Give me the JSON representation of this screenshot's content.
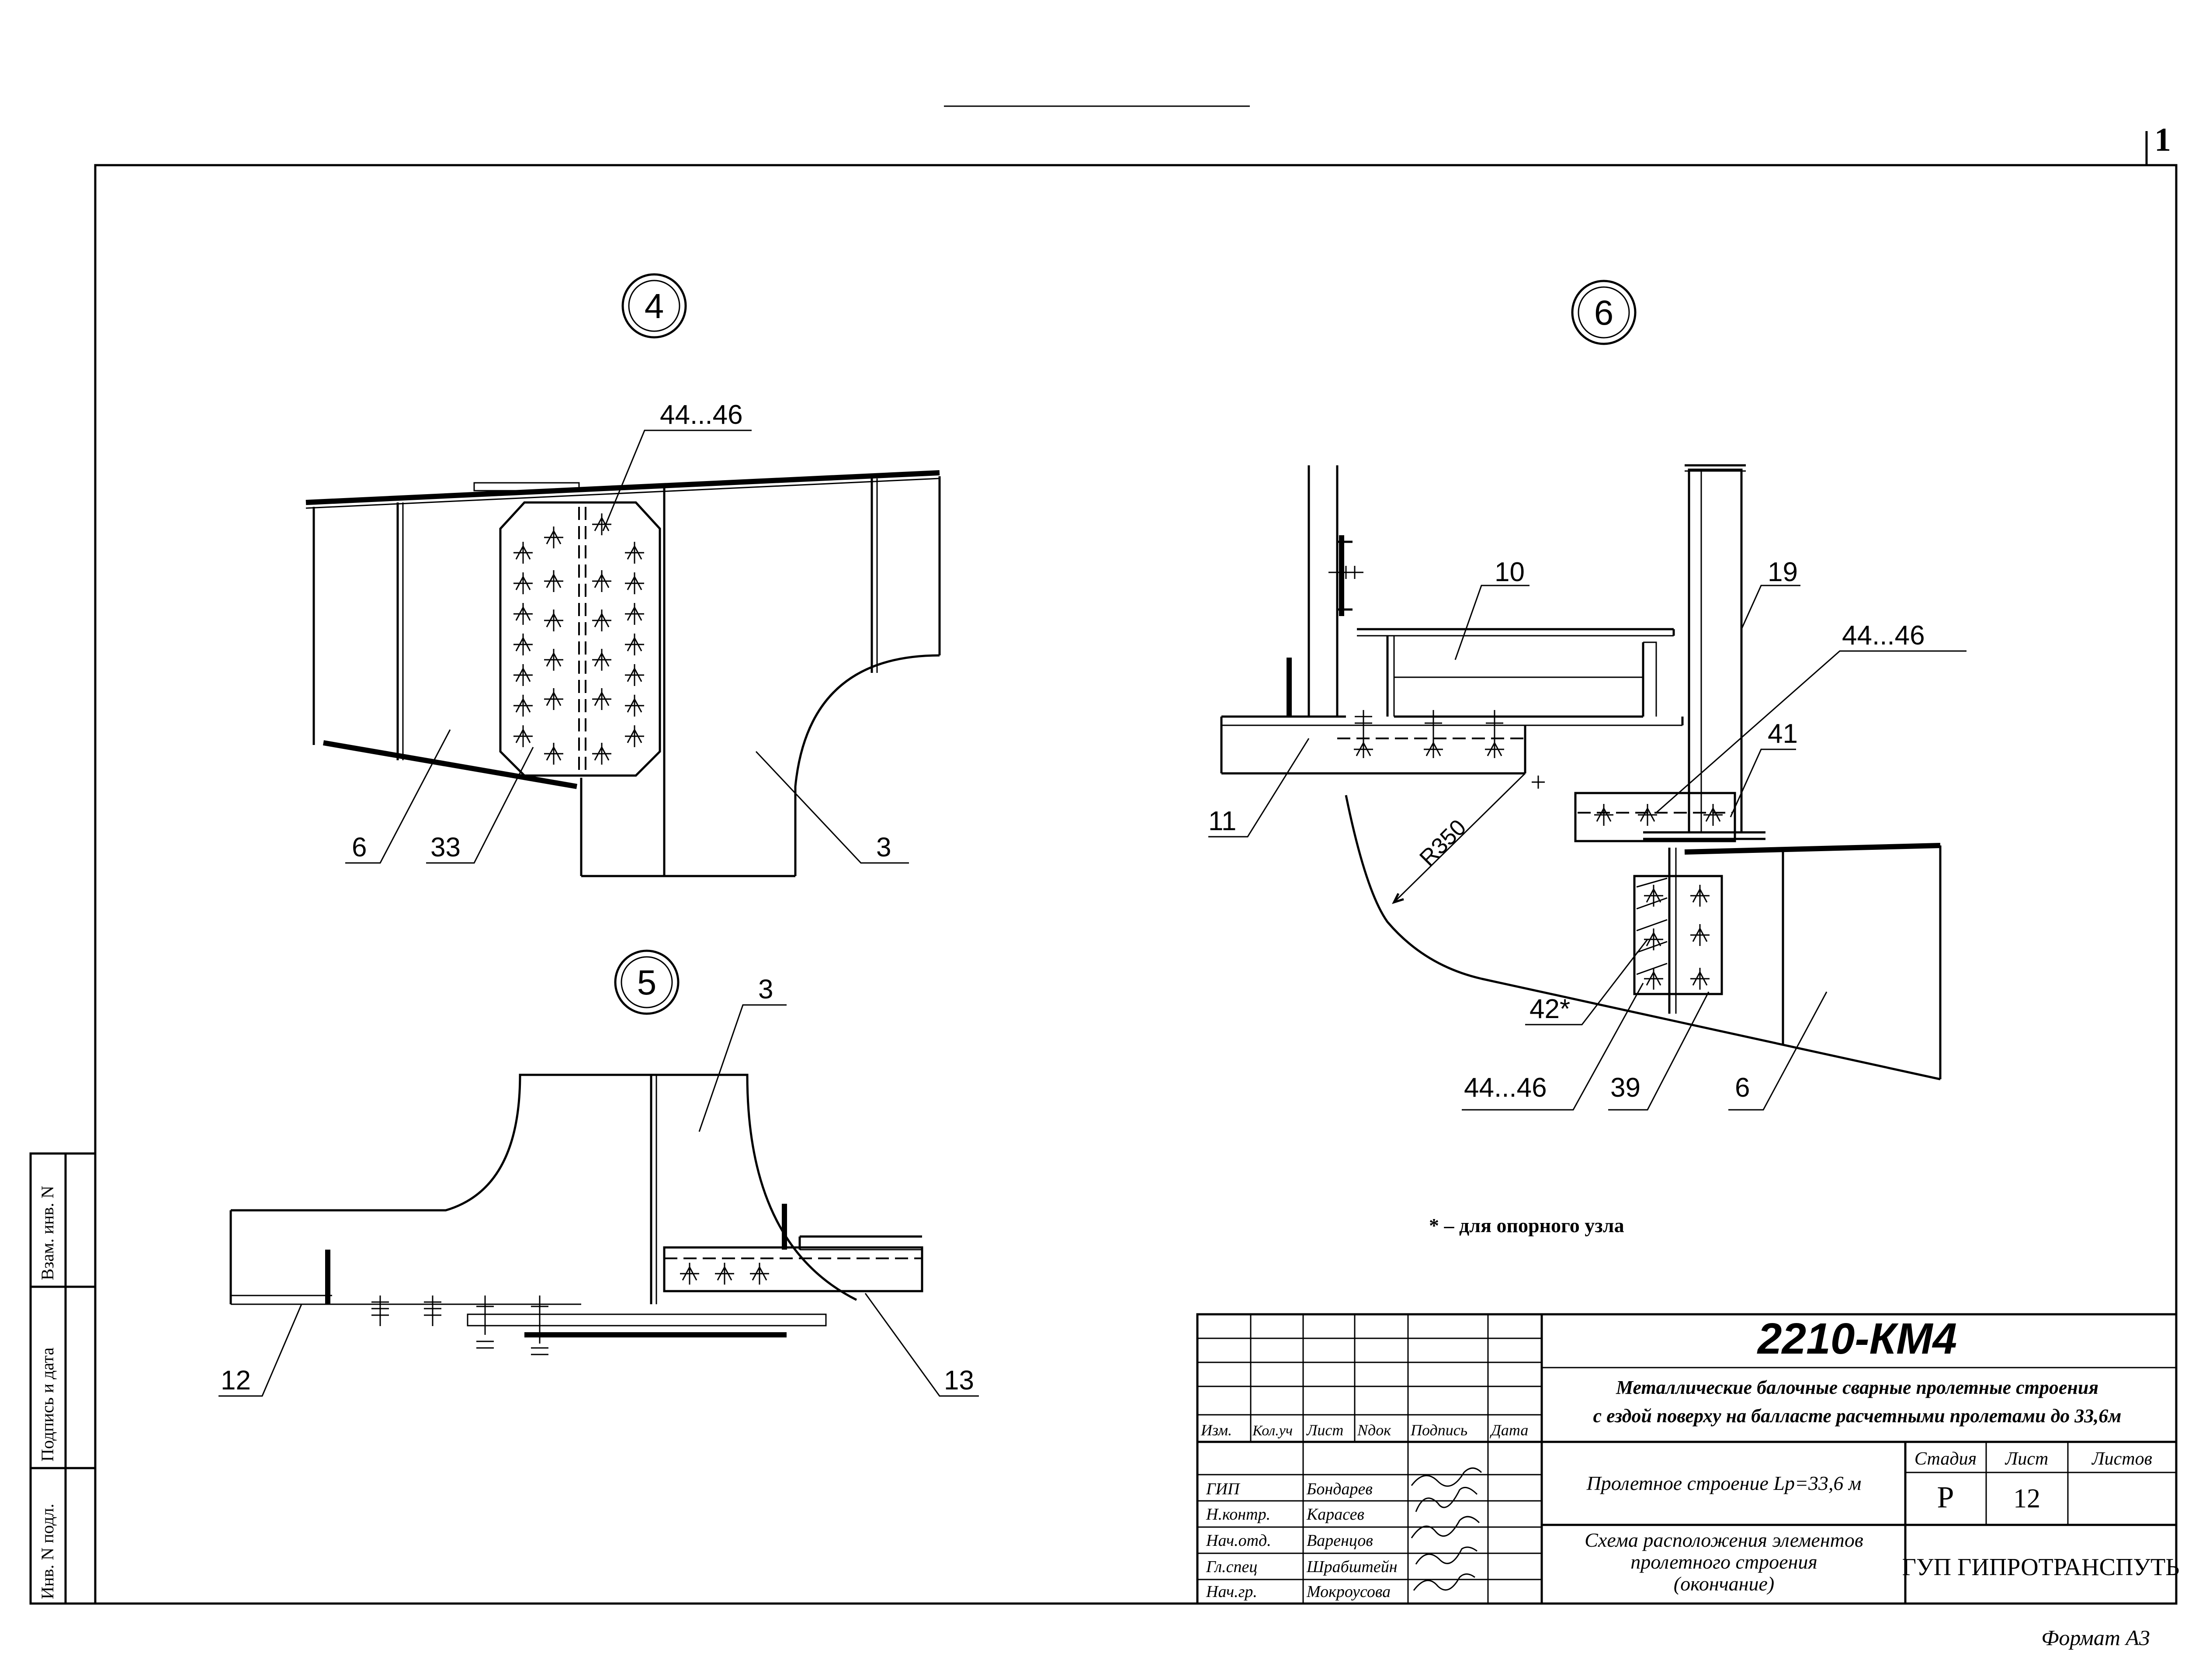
{
  "sheet": {
    "number": "1",
    "format_label": "Формат А3"
  },
  "footnote": "* – для опорного узла",
  "left_stamp": [
    "Инв. N подл.",
    "Подпись и дата",
    "Взам. инв. N"
  ],
  "detail4": {
    "marker": "4",
    "labels": {
      "bolts": "44...46",
      "rib": "6",
      "plate": "33",
      "web": "3"
    }
  },
  "detail5": {
    "marker": "5",
    "labels": {
      "web": "3",
      "left": "12",
      "right": "13"
    }
  },
  "detail6": {
    "marker": "6",
    "labels": {
      "beam": "10",
      "post": "19",
      "bolts_top": "44...46",
      "plate41": "41",
      "left": "11",
      "radius": "R350",
      "plate42": "42*",
      "bolts_bottom": "44...46",
      "plate39": "39",
      "rib": "6"
    }
  },
  "title_block": {
    "doc_code": "2210-КМ4",
    "title_line1": "Металлические балочные сварные пролетные строения",
    "title_line2": "с ездой поверху на балласте расчетными пролетами до 33,6м",
    "col_headers": [
      "Изм.",
      "Кол.уч",
      "Лист",
      "Nдок",
      "Подпись",
      "Дата"
    ],
    "staff": [
      {
        "role": "ГИП",
        "name": "Бондарев"
      },
      {
        "role": "Н.контр.",
        "name": "Карасев"
      },
      {
        "role": "Нач.отд.",
        "name": "Варенцов"
      },
      {
        "role": "Гл.спец",
        "name": "Шрабштейн"
      },
      {
        "role": "Нач.гр.",
        "name": "Мокроусова"
      }
    ],
    "object_name": "Пролетное строение Lp=33,6 м",
    "sheet_title_1": "Схема расположения элементов",
    "sheet_title_2": "пролетного строения",
    "sheet_title_3": "(окончание)",
    "stage_header": "Стадия",
    "sheet_header": "Лист",
    "sheets_header": "Листов",
    "stage": "Р",
    "sheet_no": "12",
    "sheets_total": "",
    "organization": "ГУП ГИПРОТРАНСПУТЬ"
  }
}
